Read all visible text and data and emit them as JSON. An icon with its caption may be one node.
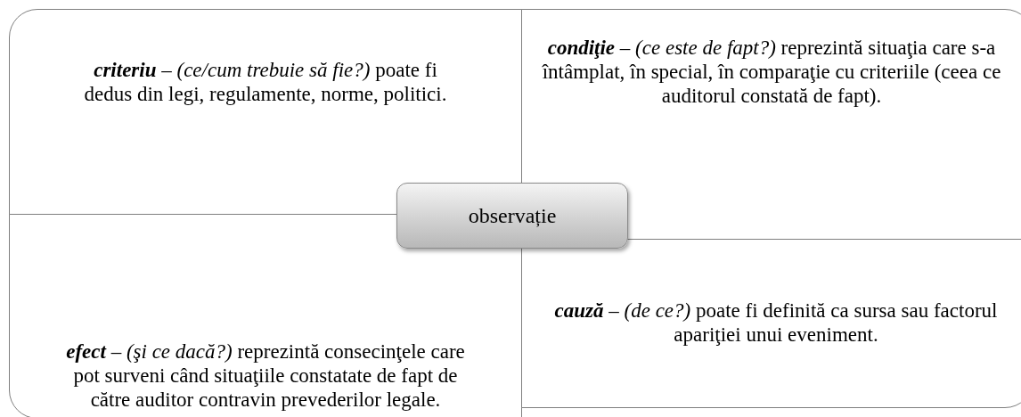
{
  "diagram": {
    "nodes": [
      {
        "text": [
          "**criteriu** – *(ce/cum trebuie să fie?)* poate fi dedus din legi, regulamente, norme, politici."
        ]
      },
      {
        "text": [
          "**condiţie** – *(ce este de fapt?)* reprezintă situaţia care s-a întâmplat, în special, în comparaţie cu criteriile (ceea ce auditorul constată de fapt)."
        ]
      },
      {
        "text": [
          "observație"
        ]
      },
      {
        "text": [
          "**efect** – *(şi ce dacă?)* reprezintă consecinţele care pot surveni când situaţiile constatate de fapt de către auditor contravin prevederilor legale."
        ]
      },
      {
        "text": [
          "**cauză** – *(de ce?)* poate fi definită ca sursa sau factorul apariţiei unui eveniment."
        ]
      }
    ],
    "edges": []
  }
}
